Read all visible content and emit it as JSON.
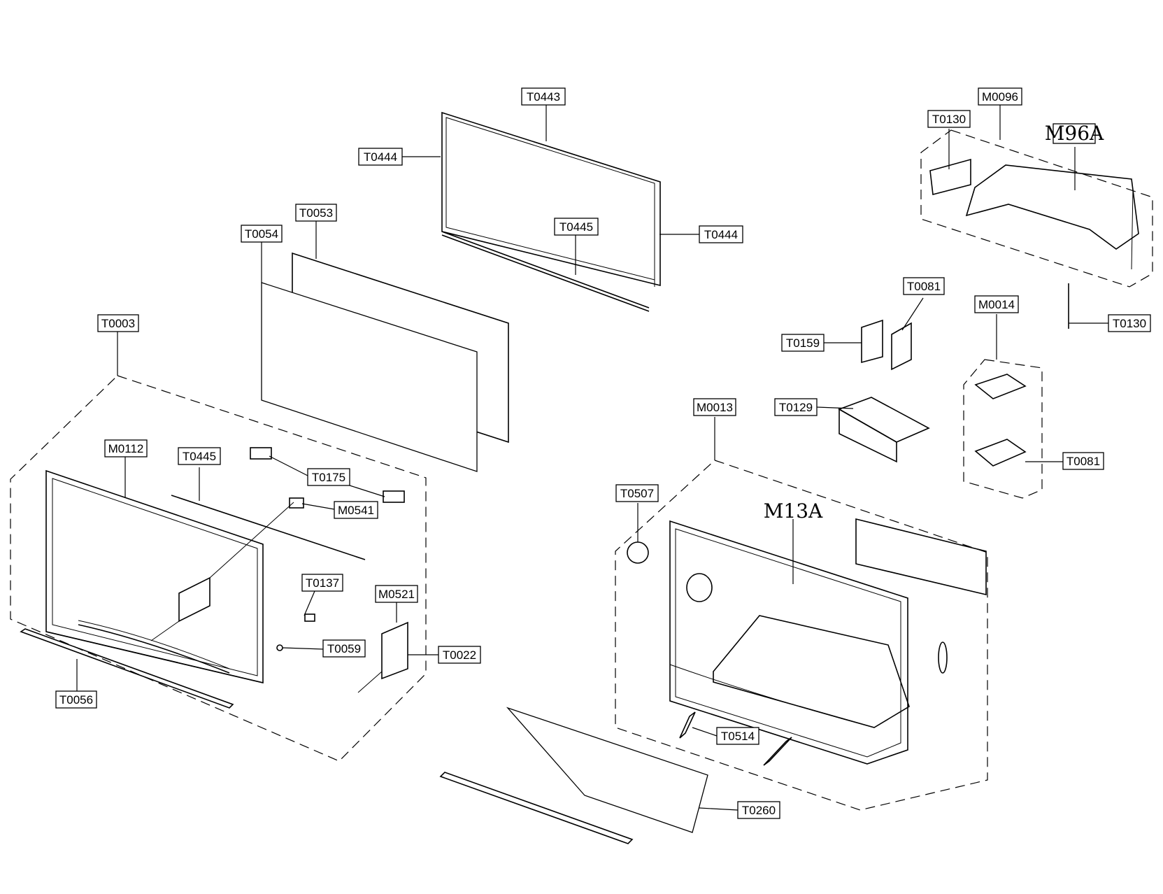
{
  "labels": {
    "T0443": "T0443",
    "T0444_left": "T0444",
    "T0444_right": "T0444",
    "T0445_top": "T0445",
    "T0053": "T0053",
    "T0054": "T0054",
    "T0003": "T0003",
    "M0112": "M0112",
    "T0445_mid": "T0445",
    "T0175": "T0175",
    "M0541": "M0541",
    "T0137": "T0137",
    "M0521": "M0521",
    "T0059": "T0059",
    "T0022": "T0022",
    "T0056": "T0056",
    "T0130_top": "T0130",
    "M0096": "M0096",
    "T0130_right": "T0130",
    "T0081_top": "T0081",
    "T0159": "T0159",
    "M0014": "M0014",
    "T0129": "T0129",
    "T0081_right": "T0081",
    "M0013": "M0013",
    "T0507": "T0507",
    "T0514": "T0514",
    "T0260": "T0260"
  },
  "handwritten": {
    "M96A": "M96A",
    "M13A": "M13A"
  }
}
